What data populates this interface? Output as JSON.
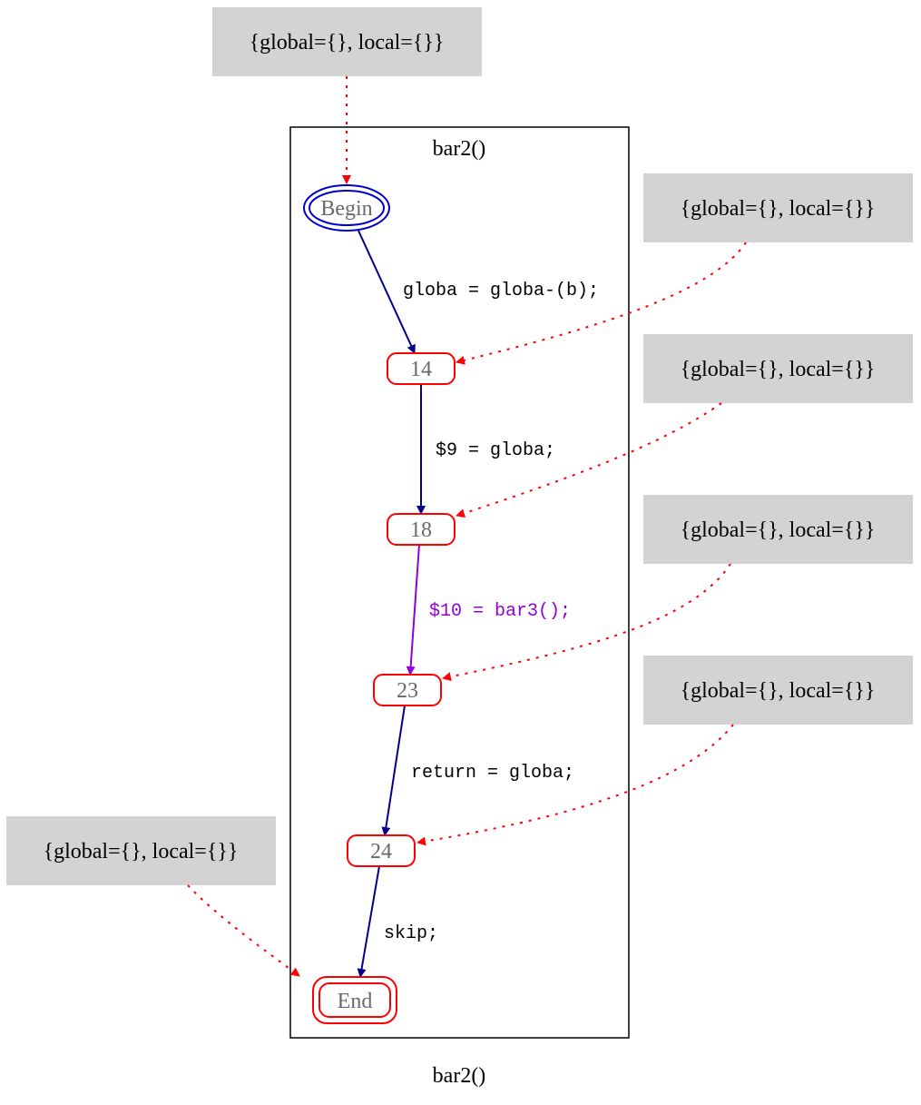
{
  "cluster": {
    "label": "bar2()"
  },
  "graph_label": "bar2()",
  "nodes": {
    "begin": "Begin",
    "n14": "14",
    "n18": "18",
    "n23": "23",
    "n24": "24",
    "end": "End"
  },
  "edges": {
    "e1": "globa = globa-(b);",
    "e2": "$9 = globa;",
    "e3": "$10 = bar3();",
    "e4": "return = globa;",
    "e5": "skip;"
  },
  "states": {
    "s_top": "{global={}, local={}}",
    "s_14": "{global={}, local={}}",
    "s_18": "{global={}, local={}}",
    "s_23": "{global={}, local={}}",
    "s_24": "{global={}, local={}}",
    "s_end": "{global={}, local={}}"
  },
  "colors": {
    "flow_edge": "#00008b",
    "call_edge": "#9400d3",
    "state_edge": "#ff0000",
    "node_border": "#ff0000",
    "begin_border": "#0000cd",
    "node_text": "#696969",
    "state_fill": "#d3d3d3"
  }
}
